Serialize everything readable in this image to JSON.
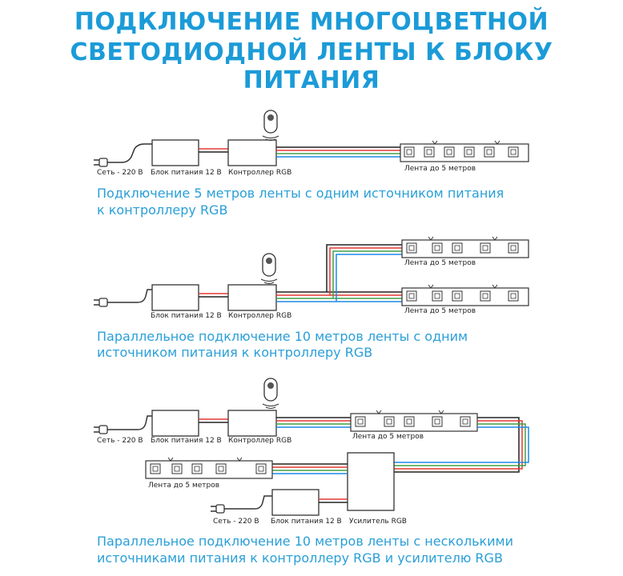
{
  "title": {
    "line1": "ПОДКЛЮЧЕНИЕ МНОГОЦВЕТНОЙ",
    "line2": "СВЕТОДИОДНОЙ ЛЕНТЫ К БЛОКУ ПИТАНИЯ"
  },
  "labels": {
    "mains": "Сеть - 220 В",
    "psu": "Блок питания 12 В",
    "controller": "Контроллер RGB",
    "strip": "Лента до 5 метров",
    "amplifier": "Усилитель RGB"
  },
  "captions": {
    "d1_line1": "Подключение 5 метров ленты с одним источником питания",
    "d1_line2": "к контроллеру RGB",
    "d2_line1": "Параллельное подключение 10 метров ленты с одним",
    "d2_line2": "источником питания к контроллеру RGB",
    "d3_line1": "Параллельное подключение 10 метров ленты с несколькими",
    "d3_line2": "источниками питания к контроллеру RGB и усилителю RGB"
  },
  "colors": {
    "accent": "#1b9bd8",
    "wire_red": "#e53935",
    "wire_green": "#43a047",
    "wire_blue": "#1e88e5",
    "wire_black": "#222222"
  }
}
